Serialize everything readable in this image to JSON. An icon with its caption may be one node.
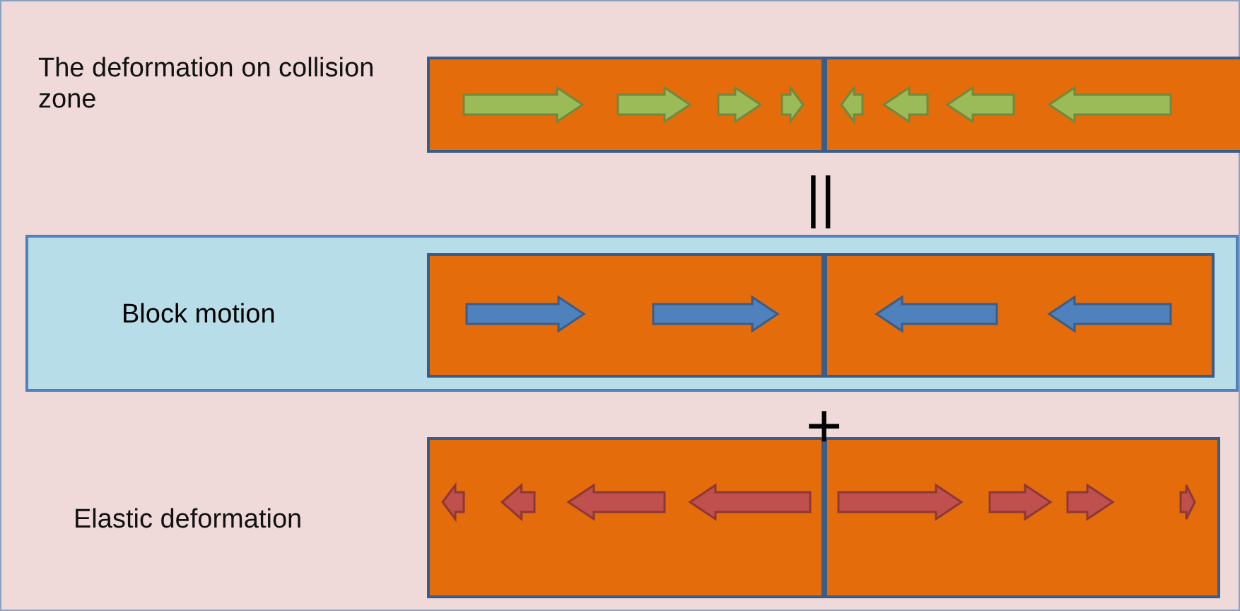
{
  "diagram": {
    "nodes": [
      {
        "text": [
          "Block motion"
        ]
      }
    ],
    "labels": [
      "The deformation on collision zone",
      "||",
      "+",
      "Elastic deformation"
    ]
  }
}
